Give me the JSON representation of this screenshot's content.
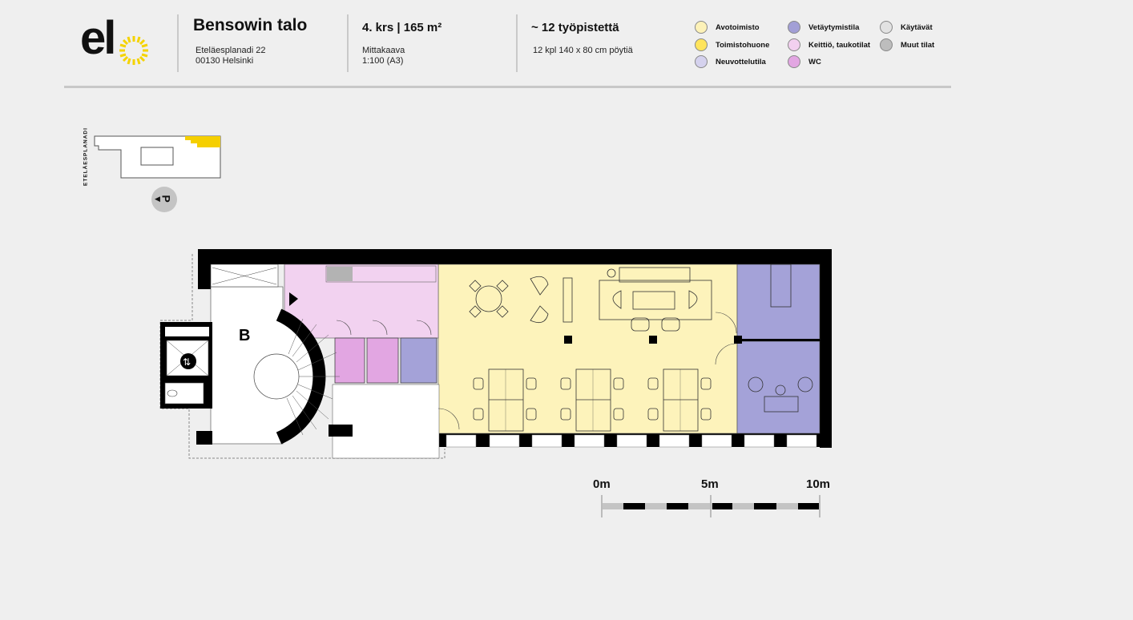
{
  "logo": {
    "text": "elo",
    "accent": "#f5d300"
  },
  "building": {
    "name": "Bensowin talo",
    "address_line1": "Eteläesplanadi 22",
    "address_line2": "00130 Helsinki"
  },
  "floor": {
    "heading": "4. krs | 165 m²",
    "scale_label": "Mittakaava",
    "scale_value": "1:100 (A3)"
  },
  "workstations": {
    "heading": "~ 12 työpistettä",
    "detail": "12 kpl 140 x 80 cm pöytiä"
  },
  "legend": [
    {
      "label": "Avotoimisto",
      "color": "#fdf2b8"
    },
    {
      "label": "Toimistohuone",
      "color": "#ffe45c"
    },
    {
      "label": "Neuvottelutila",
      "color": "#d5d2ee"
    },
    {
      "label": "Vetäytymistila",
      "color": "#a29fd6"
    },
    {
      "label": "Keittiö, taukotilat",
      "color": "#f2d0ef"
    },
    {
      "label": "WC",
      "color": "#e2a6e2"
    },
    {
      "label": "Käytävät",
      "color": "#e2e2e2"
    },
    {
      "label": "Muut tilat",
      "color": "#bdbdbd"
    }
  ],
  "keymap": {
    "street": "ETELÄESPLANADI",
    "parking": "P"
  },
  "plan": {
    "stair_label": "B"
  },
  "scalebar": {
    "labels": [
      "0m",
      "5m",
      "10m"
    ]
  }
}
